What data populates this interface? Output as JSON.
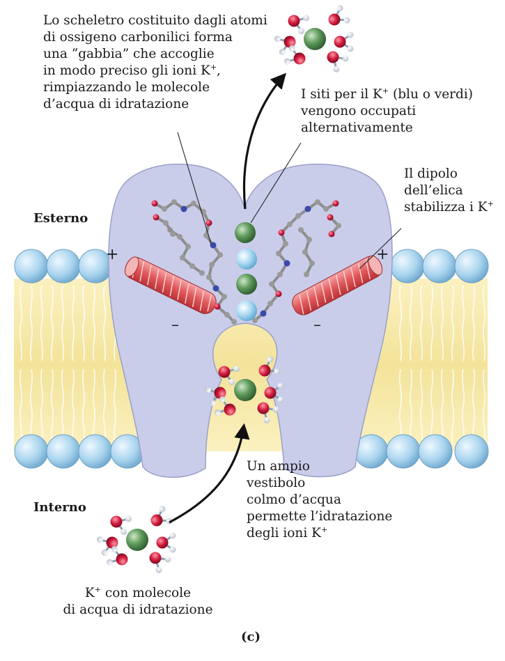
{
  "annotations": {
    "cage": {
      "line1": "Lo scheletro costituito dagli atomi",
      "line2": "di ossigeno carbonilici forma",
      "line3": "una “gabbia” che accoglie",
      "line4_pre": "in modo preciso gli ioni K",
      "line4_sup": "+",
      "line4_post": ",",
      "line5": "rimpiazzando le molecole",
      "line6": "d’acqua  di idratazione"
    },
    "sites": {
      "line1_pre": "I siti per il K",
      "line1_sup": "+",
      "line1_post": " (blu o verdi)",
      "line2": "vengono occupati",
      "line3": "alternativamente"
    },
    "dipole": {
      "line1": "Il dipolo",
      "line2": "dell’elica",
      "line3_pre": "stabilizza i K",
      "line3_sup": "+"
    },
    "vestibule": {
      "line1": "Un ampio",
      "line2": "vestibolo",
      "line3": "colmo d’acqua",
      "line4": "permette l’idratazione",
      "line5_pre": "degli ioni K",
      "line5_sup": "+"
    },
    "hydrated_ion": {
      "line1_pre": "K",
      "line1_sup": "+",
      "line1_post": " con molecole",
      "line2": "di acqua di idratazione"
    }
  },
  "side_labels": {
    "outside": "Esterno",
    "inside": "Interno"
  },
  "helix_charges": {
    "positive": "+",
    "negative": "–"
  },
  "panel_label": "(c)",
  "colors": {
    "protein": "#c9cdea",
    "protein_outline": "#9aa0c8",
    "lipid_head": "#a9d4ee",
    "lipid_tail_band": "#f4e7a6",
    "helix": "#e0585a",
    "ion_green": "#4f8a4f",
    "ion_blue": "#9fd3ee",
    "oxygen": "#d11b3d",
    "arrow": "#111111"
  },
  "icons": {
    "ion": "potassium-ion-sphere",
    "water": "water-molecule",
    "helix": "alpha-helix-cylinder"
  }
}
